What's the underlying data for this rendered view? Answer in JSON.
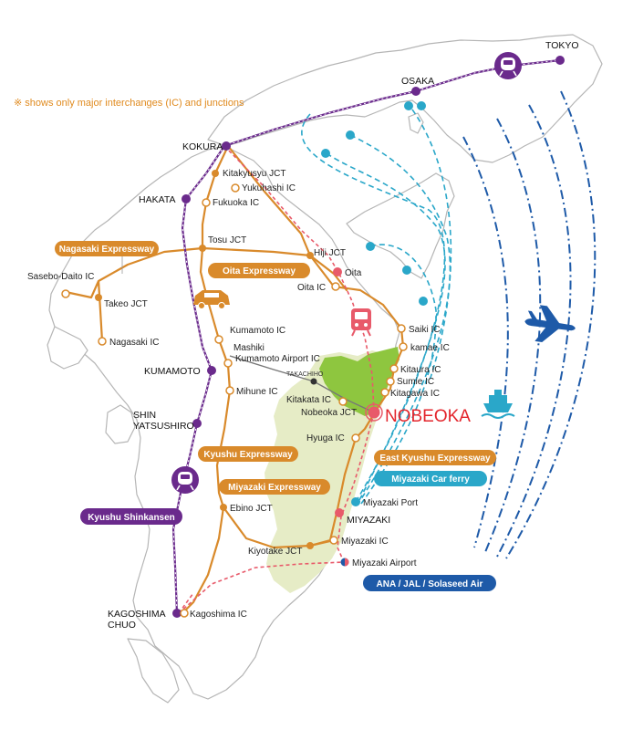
{
  "note": "※ shows only major interchanges (IC) and junctions",
  "colors": {
    "expressway": "#d98a2b",
    "shinkansen": "#6a2a8c",
    "rail": "#e85a6a",
    "sea": "#2aa7c9",
    "air": "#1e5aa8",
    "land": "#ffffff",
    "coast": "#b0b0b0",
    "miyazaki_prefecture": "#e6ecc6",
    "nobeoka_area": "#8ec63f",
    "gray_road": "#777777"
  },
  "pills": {
    "nagasaki": "Nagasaki Expressway",
    "oita": "Oita Expressway",
    "kyushu": "Kyushu Expressway",
    "miyazaki_exp": "Miyazaki Expressway",
    "east_kyushu": "East Kyushu Expressway",
    "ferry": "Miyazaki Car ferry",
    "shinkansen": "Kyushu Shinkansen",
    "airlines": "ANA / JAL / Solaseed Air"
  },
  "cities": {
    "tokyo": "TOKYO",
    "osaka": "OSAKA",
    "kokura": "KOKURA",
    "hakata": "HAKATA",
    "kumamoto": "KUMAMOTO",
    "shin_yatsushiro_1": "SHIN",
    "shin_yatsushiro_2": "YATSUSHIRO",
    "kagoshima_1": "KAGOSHIMA",
    "kagoshima_2": "CHUO",
    "nobeoka": "NOBEOKA",
    "miyazaki": "MIYAZAKI",
    "oita": "Oita"
  },
  "interchanges": {
    "kitakyusyu_jct": "Kitakyusyu JCT",
    "yukuhashi_ic": "Yukuhashi IC",
    "fukuoka_ic": "Fukuoka IC",
    "tosu_jct": "Tosu JCT",
    "hiji_jct": "Hiji JCT",
    "oita_ic": "Oita IC",
    "sasebo_daito_ic": "Sasebo-Daito IC",
    "takeo_jct": "Takeo JCT",
    "nagasaki_ic": "Nagasaki IC",
    "kumamoto_ic": "Kumamoto IC",
    "mashiki": "Mashiki",
    "kumamoto_airport_ic": "Kumamoto Airport IC",
    "takachiho": "TAKACHIHO",
    "mihune_ic": "Mihune IC",
    "saiki_ic": "Saiki IC",
    "kamae_ic": "kamae IC",
    "kitaura_ic": "Kitaura IC",
    "sumie_ic": "Sumie IC",
    "kitagawa_ic": "Kitagawa IC",
    "kitakata_ic": "Kitakata IC",
    "nobeoka_jct": "Nobeoka JCT",
    "hyuga_ic": "Hyuga IC",
    "ebino_jct": "Ebino JCT",
    "kiyotake_jct": "Kiyotake JCT",
    "miyazaki_ic": "Miyazaki IC",
    "miyazaki_port": "Miyazaki Port",
    "miyazaki_airport": "Miyazaki Airport",
    "kagoshima_ic": "Kagoshima IC"
  },
  "icons": {
    "train_top": "shinkansen-train-icon",
    "train_left": "shinkansen-train-icon",
    "rail_train": "local-train-icon",
    "bus": "bus-icon",
    "ship": "ferry-ship-icon",
    "plane": "airplane-icon"
  }
}
